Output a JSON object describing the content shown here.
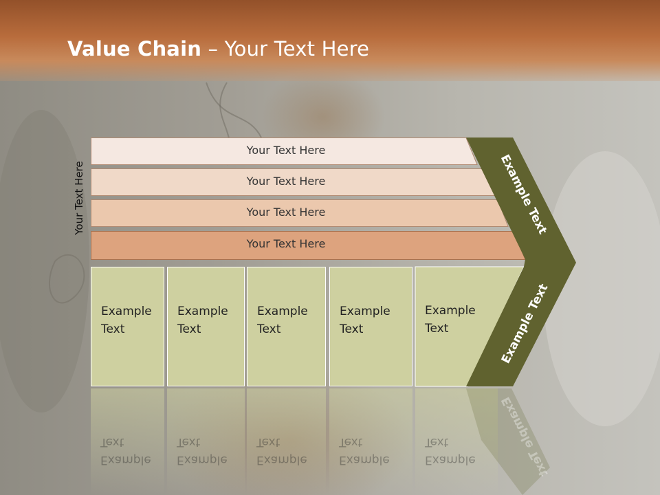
{
  "slide": {
    "title_bold": "Value Chain",
    "title_rest": " – Your Text Here",
    "side_label": "Your Text Here",
    "rows": [
      {
        "label": "Your Text Here",
        "fill": "#f5e8e1"
      },
      {
        "label": "Your Text Here",
        "fill": "#f0d9c8"
      },
      {
        "label": "Your Text Here",
        "fill": "#ebc8ad"
      },
      {
        "label": "Your Text Here",
        "fill": "#dda37e"
      }
    ],
    "boxes": [
      {
        "line1": "Example",
        "line2": "Text"
      },
      {
        "line1": "Example",
        "line2": "Text"
      },
      {
        "line1": "Example",
        "line2": "Text"
      },
      {
        "line1": "Example",
        "line2": "Text"
      },
      {
        "line1": "Example",
        "line2": "Text"
      }
    ],
    "chevron_upper_text": "Example Text",
    "chevron_lower_text": "Example Text",
    "reflection_line1": "Example",
    "reflection_line2": "Text",
    "colors": {
      "header": "#b86c3c",
      "box_fill": "#ced0a0",
      "chevron": "#60622f"
    }
  }
}
